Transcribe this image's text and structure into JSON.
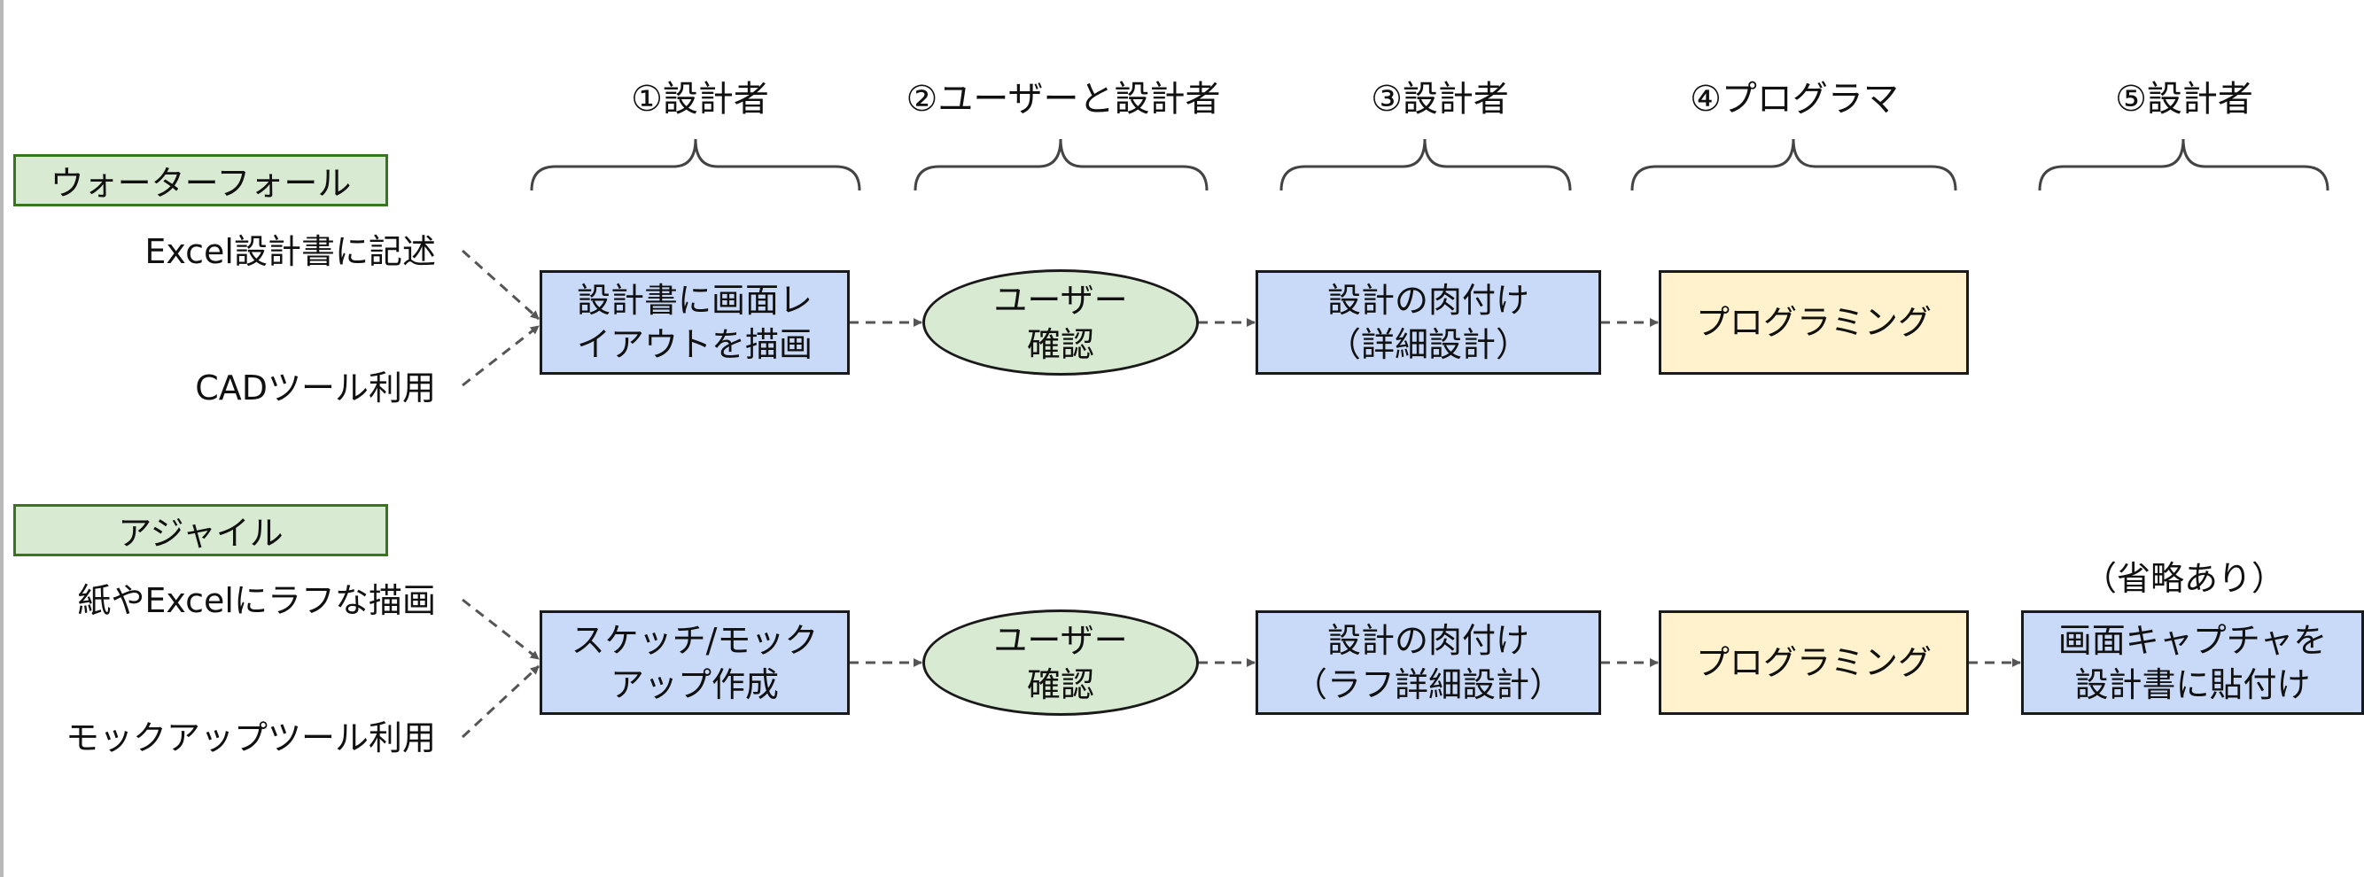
{
  "roles": [
    "①設計者",
    "②ユーザーと設計者",
    "③設計者",
    "④プログラマ",
    "⑤設計者"
  ],
  "waterfall": {
    "label": "ウォーターフォール",
    "sources": [
      "Excel設計書に記述",
      "CADツール利用"
    ],
    "steps": [
      {
        "line1": "設計書に画面レ",
        "line2": "イアウトを描画"
      },
      {
        "line1": "ユーザー",
        "line2": "確認"
      },
      {
        "line1": "設計の肉付け",
        "line2": "（詳細設計）"
      },
      {
        "line1": "プログラミング"
      }
    ]
  },
  "agile": {
    "label": "アジャイル",
    "sources": [
      "紙やExcelにラフな描画",
      "モックアップツール利用"
    ],
    "steps": [
      {
        "line1": "スケッチ/モック",
        "line2": "アップ作成"
      },
      {
        "line1": "ユーザー",
        "line2": "確認"
      },
      {
        "line1": "設計の肉付け",
        "line2": "（ラフ詳細設計）"
      },
      {
        "line1": "プログラミング"
      },
      {
        "line1": "画面キャプチャを",
        "line2": "設計書に貼付け"
      }
    ],
    "optional_note": "（省略あり）"
  },
  "colors": {
    "design_box": "#c9daf8",
    "programming_box": "#fff2cc",
    "review_ellipse": "#d9ead3",
    "lane_tag_border": "#38761d",
    "arrow": "#555555"
  }
}
